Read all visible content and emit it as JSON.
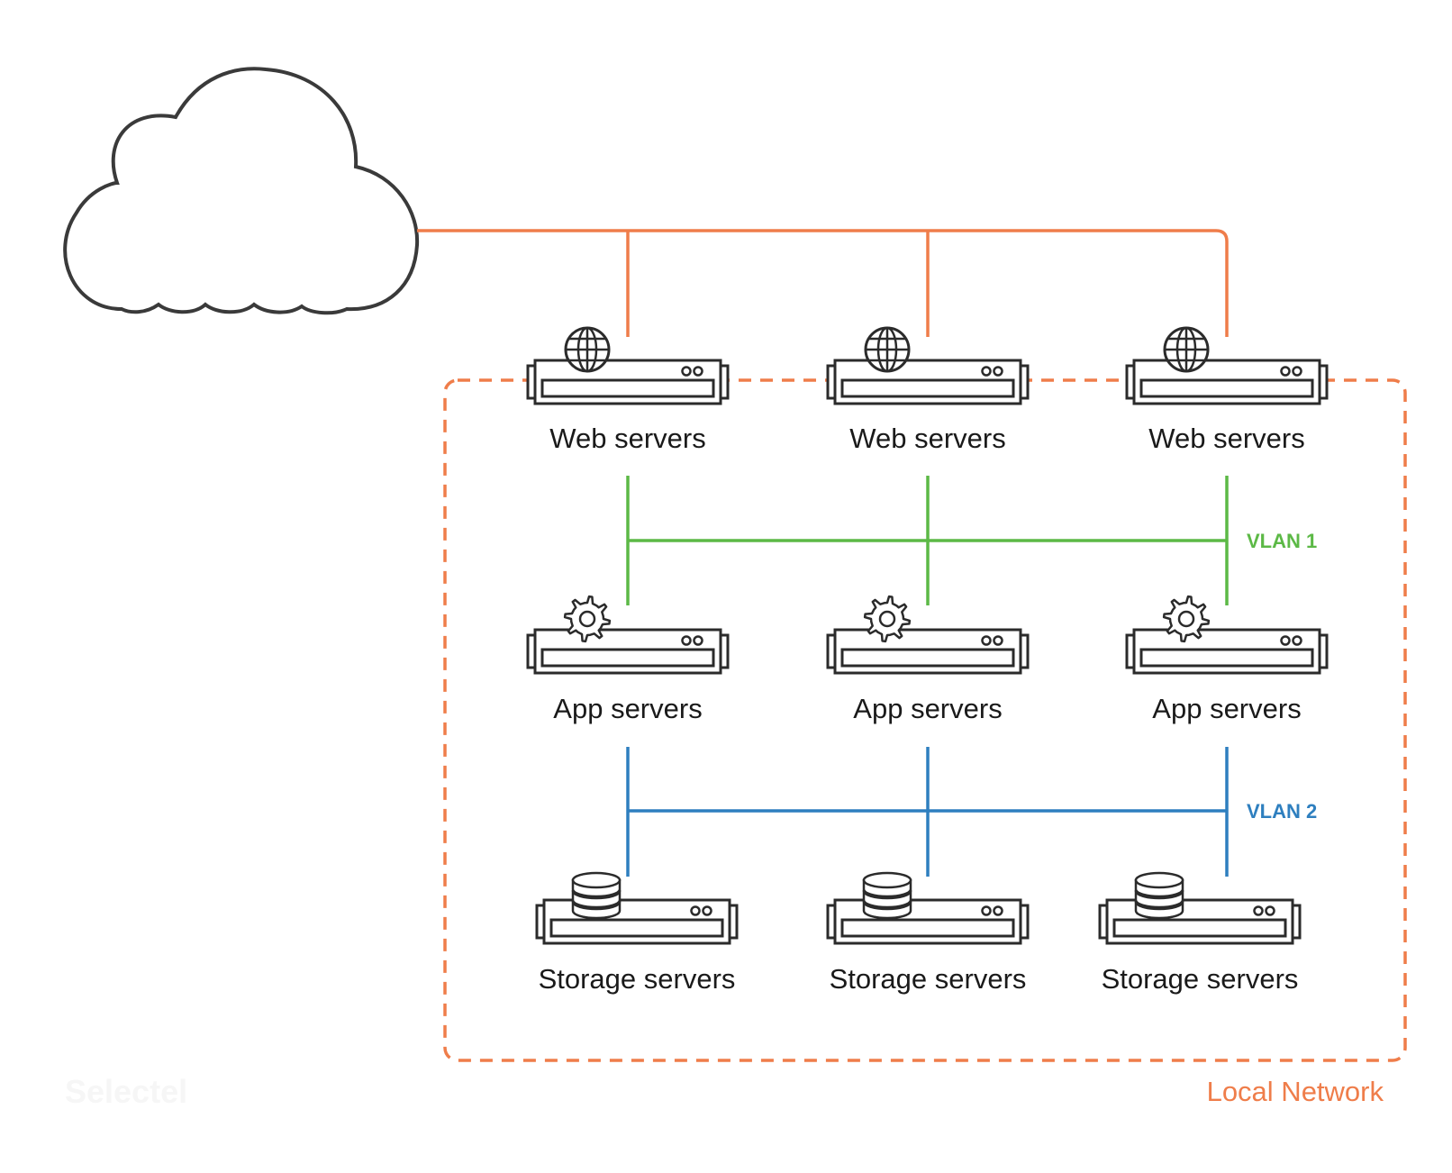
{
  "watermark": "Selectel",
  "network": {
    "label": "Local Network",
    "color": "#ef7d4a"
  },
  "tiers": [
    {
      "type": "web",
      "icon": "globe-icon",
      "labels": [
        "Web servers",
        "Web servers",
        "Web servers"
      ]
    },
    {
      "type": "app",
      "icon": "gear-icon",
      "labels": [
        "App servers",
        "App servers",
        "App servers"
      ]
    },
    {
      "type": "storage",
      "icon": "database-icon",
      "labels": [
        "Storage servers",
        "Storage servers",
        "Storage servers"
      ]
    }
  ],
  "vlans": [
    {
      "label": "VLAN 1",
      "color": "#5cb946",
      "connects": [
        "web",
        "app"
      ]
    },
    {
      "label": "VLAN 2",
      "color": "#2e7fbf",
      "connects": [
        "app",
        "storage"
      ]
    }
  ],
  "internet": {
    "icon": "cloud-icon",
    "link_color": "#ef7d4a"
  }
}
